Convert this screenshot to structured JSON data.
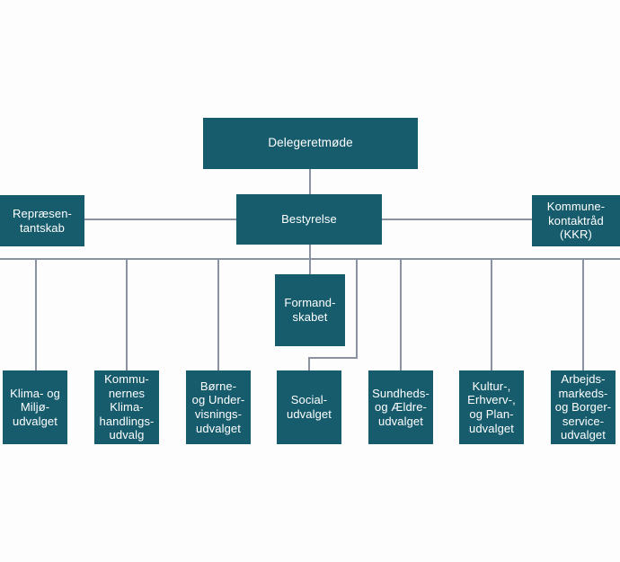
{
  "colors": {
    "node_fill": "#175C6D",
    "node_text": "#FFFFFF",
    "connector": "#8A92A2",
    "background": "#FDFDFD"
  },
  "org_chart": {
    "title_node": {
      "label": "Delegeretmøde"
    },
    "board_row": {
      "left": {
        "label": "Repræsen-\ntantskab"
      },
      "center": {
        "label": "Bestyrelse"
      },
      "right": {
        "label": "Kommune-\nkontaktråd\n(KKR)"
      }
    },
    "chair_node": {
      "label": "Formand-\nskabet"
    },
    "committees": [
      {
        "label": "Klima- og\nMiljø-\nudvalget"
      },
      {
        "label": "Kommu-\nnernes\nKlima-\nhandlings-\nudvalg"
      },
      {
        "label": "Børne-\nog Under-\nvisnings-\nudvalget"
      },
      {
        "label": "Social-\nudvalget"
      },
      {
        "label": "Sundheds-\nog Ældre-\nudvalget"
      },
      {
        "label": "Kultur-,\nErhverv-,\nog Plan-\nudvalget"
      },
      {
        "label": "Arbejds-\nmarkeds-\nog Borger-\nservice-\nudvalget"
      }
    ]
  }
}
